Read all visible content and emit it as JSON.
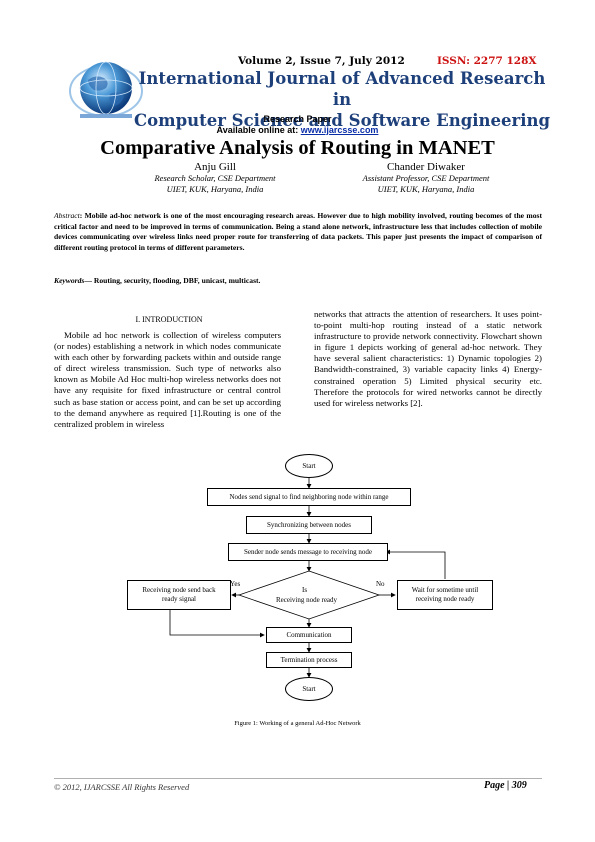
{
  "header": {
    "volume": "Volume 2, Issue 7, July 2012",
    "issn": "ISSN: 2277 128X",
    "journal_line1": "International Journal of Advanced Research in",
    "journal_line2": "Computer Science and Software Engineering",
    "paper_type": "Research Paper",
    "available_prefix": "Available online at: ",
    "url": "www.ijarcsse.com"
  },
  "title": "Comparative Analysis of Routing in MANET",
  "authors": [
    {
      "name": "Anju Gill",
      "role": "Research Scholar, CSE Department",
      "affiliation": "UIET, KUK, Haryana, India"
    },
    {
      "name": "Chander Diwaker",
      "role": "Assistant Professor, CSE Department",
      "affiliation": "UIET, KUK, Haryana, India"
    }
  ],
  "abstract": {
    "label": "Abstract",
    "text": ": Mobile ad-hoc network is one of the most encouraging research areas. However due to high mobility involved, routing becomes of the most critical factor and need to be improved in terms of communication. Being a stand alone network, infrastructure less that includes collection of mobile devices communicating over wireless links need proper route for transferring of data packets. This paper just presents the impact of comparison of different routing protocol in terms of different parameters."
  },
  "keywords": {
    "label": "Keywords",
    "text": "— Routing, security, flooding, DBF, unicast, multicast."
  },
  "section1": {
    "heading": "I. INTRODUCTION",
    "col1": "Mobile ad hoc network is collection of wireless computers (or nodes) establishing a network in which nodes communicate with each other by forwarding packets within and outside range of direct wireless transmission. Such type of networks also known as Mobile Ad Hoc multi-hop wireless networks does not have any requisite for fixed infrastructure or central control such as base station or access point, and can be set up according to the demand anywhere as required [1].Routing is one of the centralized problem in wireless",
    "col2": "networks that attracts the attention of researchers. It uses point-to-point multi-hop routing instead of a static network infrastructure to provide network connectivity. Flowchart shown in figure 1 depicts working of general ad-hoc network. They have several salient characteristics: 1) Dynamic topologies 2) Bandwidth-constrained, 3) variable capacity links 4) Energy-constrained operation 5) Limited physical security etc. Therefore the protocols for wired networks cannot be directly used for wireless networks [2]."
  },
  "flowchart": {
    "start": "Start",
    "step1": "Nodes send signal to find neighboring node within range",
    "step2": "Synchronizing between nodes",
    "step3": "Sender node sends message to receiving node",
    "decision_line1": "Is",
    "decision_line2": "Receiving node ready",
    "yes": "Yes",
    "no": "No",
    "yes_box": "Receiving node send back ready signal",
    "no_box": "Wait for sometime until receiving node ready",
    "step4": "Communication",
    "step5": "Termination process",
    "end": "Start"
  },
  "caption": "Figure 1: Working of a general Ad-Hoc Network",
  "footer": {
    "copyright": "© 2012, IJARCSSE All Rights Reserved",
    "page_label": "Page",
    "page_number": "309"
  },
  "colors": {
    "journal_blue": "#1d3f7a",
    "issn_red": "#cc1111",
    "link_blue": "#0a2ea8"
  },
  "icons": {
    "logo": "globe-logo-icon"
  }
}
